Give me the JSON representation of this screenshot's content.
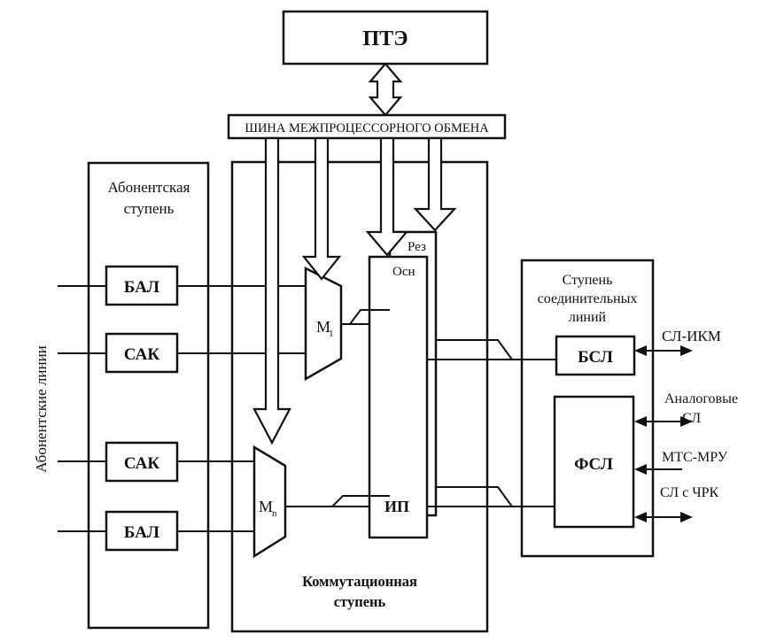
{
  "title_box": "ПТЭ",
  "bus_label": "ШИНА МЕЖПРОЦЕССОРНОГО ОБМЕНА",
  "subscriber_stage": {
    "line1": "Абонентская",
    "line2": "ступень"
  },
  "subscriber_lines_label": "Абонентские линии",
  "blocks": {
    "bal": "БАЛ",
    "sak": "САК",
    "bsl": "БСЛ",
    "fsl": "ФСЛ",
    "ip": "ИП"
  },
  "multiplexers": {
    "m1": "M",
    "m1_sub": "1",
    "mn": "M",
    "mn_sub": "n"
  },
  "switch_labels": {
    "rez": "Рез",
    "osn": "Осн"
  },
  "switching_stage": {
    "line1": "Коммутационная",
    "line2": "ступень"
  },
  "trunk_stage": {
    "line1": "Ступень",
    "line2": "соединительных",
    "line3": "линий"
  },
  "trunk_outputs": {
    "pcm": "СЛ-ИКМ",
    "analog1": "Аналоговые",
    "analog2": "СЛ",
    "mts": "МТС-МРУ",
    "chrk": "СЛ с ЧРК"
  }
}
